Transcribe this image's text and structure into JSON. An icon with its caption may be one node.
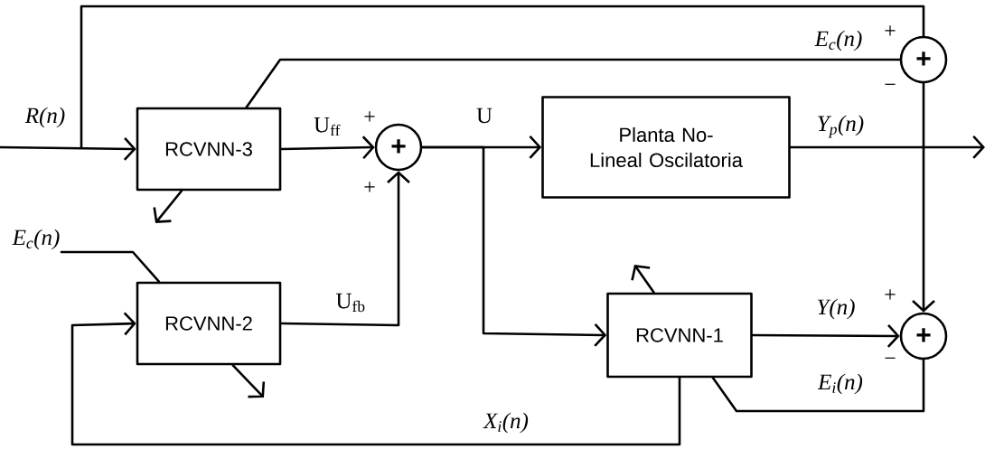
{
  "diagram": {
    "nodes": [
      {
        "text": [
          "RCVNN-3"
        ]
      },
      {
        "text": [
          "+"
        ]
      },
      {
        "text": [
          "Planta No-Lineal Oscilatoria"
        ]
      },
      {
        "text": [
          "+"
        ]
      },
      {
        "text": [
          "RCVNN-2"
        ]
      },
      {
        "text": [
          "RCVNN-1"
        ]
      },
      {
        "text": [
          "+"
        ]
      }
    ],
    "edges": [
      {
        "from": null,
        "to": 0,
        "arrow": "to",
        "label": "R(n)"
      },
      {
        "from": null,
        "to": 3,
        "arrow": "none"
      },
      {
        "from": 3,
        "to": 0,
        "arrow": "none",
        "label": "E$_{c}$(n)"
      },
      {
        "from": 0,
        "to": 1,
        "arrow": "to",
        "label": "U$_{ff}$"
      },
      {
        "from": 4,
        "to": 1,
        "arrow": "to",
        "label": "U$_{fb}$"
      },
      {
        "from": 1,
        "to": 2,
        "arrow": "to",
        "label": "U"
      },
      {
        "from": 1,
        "to": 5,
        "arrow": "to"
      },
      {
        "from": 2,
        "to": null,
        "arrow": "to",
        "label": "Y$_{p}$(n)"
      },
      {
        "from": 3,
        "to": 6,
        "arrow": "to"
      },
      {
        "from": 5,
        "to": 6,
        "arrow": "to",
        "label": "Y(n)"
      },
      {
        "from": 6,
        "to": 5,
        "arrow": "none",
        "label": "E$_{i}$(n)"
      },
      {
        "from": 5,
        "to": 4,
        "arrow": "to",
        "label": "X$_{i}$(n)"
      },
      {
        "from": null,
        "to": 4,
        "arrow": "none",
        "label": "E$_{c}$(n)"
      },
      {
        "from": 0,
        "to": null,
        "arrow": "to"
      },
      {
        "from": 4,
        "to": null,
        "arrow": "to"
      },
      {
        "from": 5,
        "to": null,
        "arrow": "to"
      }
    ],
    "labels": [
      "+",
      "−",
      "+",
      "+",
      "+",
      "−"
    ]
  }
}
